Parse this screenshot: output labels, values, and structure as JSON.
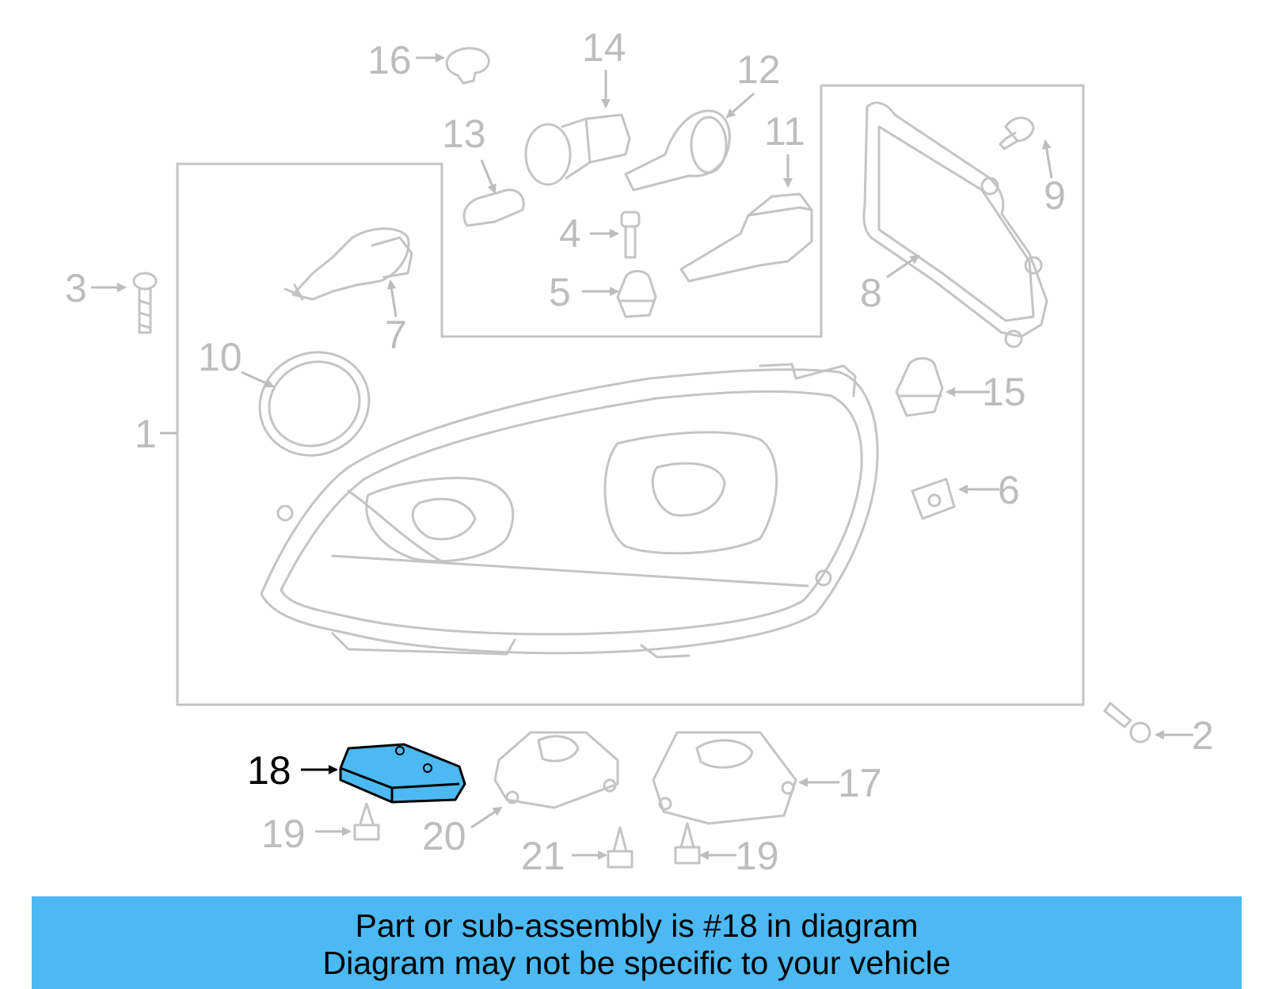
{
  "diagram": {
    "highlight_color": "#4cb9f2",
    "line_color": "#c4c4c4",
    "highlighted_part": "18",
    "callouts": [
      {
        "id": "c1",
        "label": "1"
      },
      {
        "id": "c2",
        "label": "2"
      },
      {
        "id": "c3",
        "label": "3"
      },
      {
        "id": "c4",
        "label": "4"
      },
      {
        "id": "c5",
        "label": "5"
      },
      {
        "id": "c6",
        "label": "6"
      },
      {
        "id": "c7",
        "label": "7"
      },
      {
        "id": "c8",
        "label": "8"
      },
      {
        "id": "c9",
        "label": "9"
      },
      {
        "id": "c10",
        "label": "10"
      },
      {
        "id": "c11",
        "label": "11"
      },
      {
        "id": "c12",
        "label": "12"
      },
      {
        "id": "c13",
        "label": "13"
      },
      {
        "id": "c14",
        "label": "14"
      },
      {
        "id": "c15",
        "label": "15"
      },
      {
        "id": "c16",
        "label": "16"
      },
      {
        "id": "c17",
        "label": "17"
      },
      {
        "id": "c18",
        "label": "18"
      },
      {
        "id": "c19a",
        "label": "19"
      },
      {
        "id": "c19b",
        "label": "19"
      },
      {
        "id": "c20",
        "label": "20"
      },
      {
        "id": "c21",
        "label": "21"
      }
    ]
  },
  "banner": {
    "line1": "Part or sub-assembly is #18 in diagram",
    "line2": "Diagram may not be specific to your vehicle",
    "background": "#4cb9f2"
  }
}
